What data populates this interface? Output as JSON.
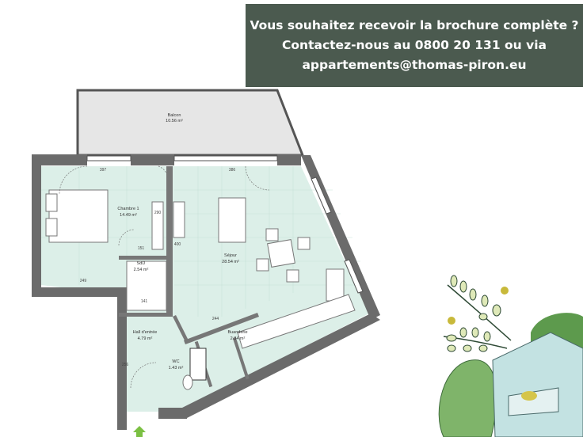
{
  "banner": {
    "line1": "Vous souhaitez recevoir la brochure complète ?",
    "line2": "Contactez-nous au 0800 20 131 ou via",
    "line3": "appartements@thomas-piron.eu"
  },
  "rooms": [
    {
      "name": "Balcon",
      "area": "10.56 m²"
    },
    {
      "name": "Chambre 1",
      "area": "14.49 m²"
    },
    {
      "name": "Séjour",
      "area": "28.54 m²"
    },
    {
      "name": "SdD",
      "area": "2.54 m²"
    },
    {
      "name": "Hall d'entrée",
      "area": "4.79 m²"
    },
    {
      "name": "WC",
      "area": "1.43 m²"
    },
    {
      "name": "Buanderie",
      "area": "2.34 m²"
    }
  ],
  "dimensions": [
    "397",
    "386",
    "151",
    "141",
    "244",
    "290",
    "400",
    "249",
    "256"
  ],
  "colors": {
    "banner": "#4b5a4f",
    "floor": "#dcefe8",
    "wall": "#6b6b6b",
    "balcony": "#e6e6e6",
    "entry_arrow": "#7bc043"
  }
}
